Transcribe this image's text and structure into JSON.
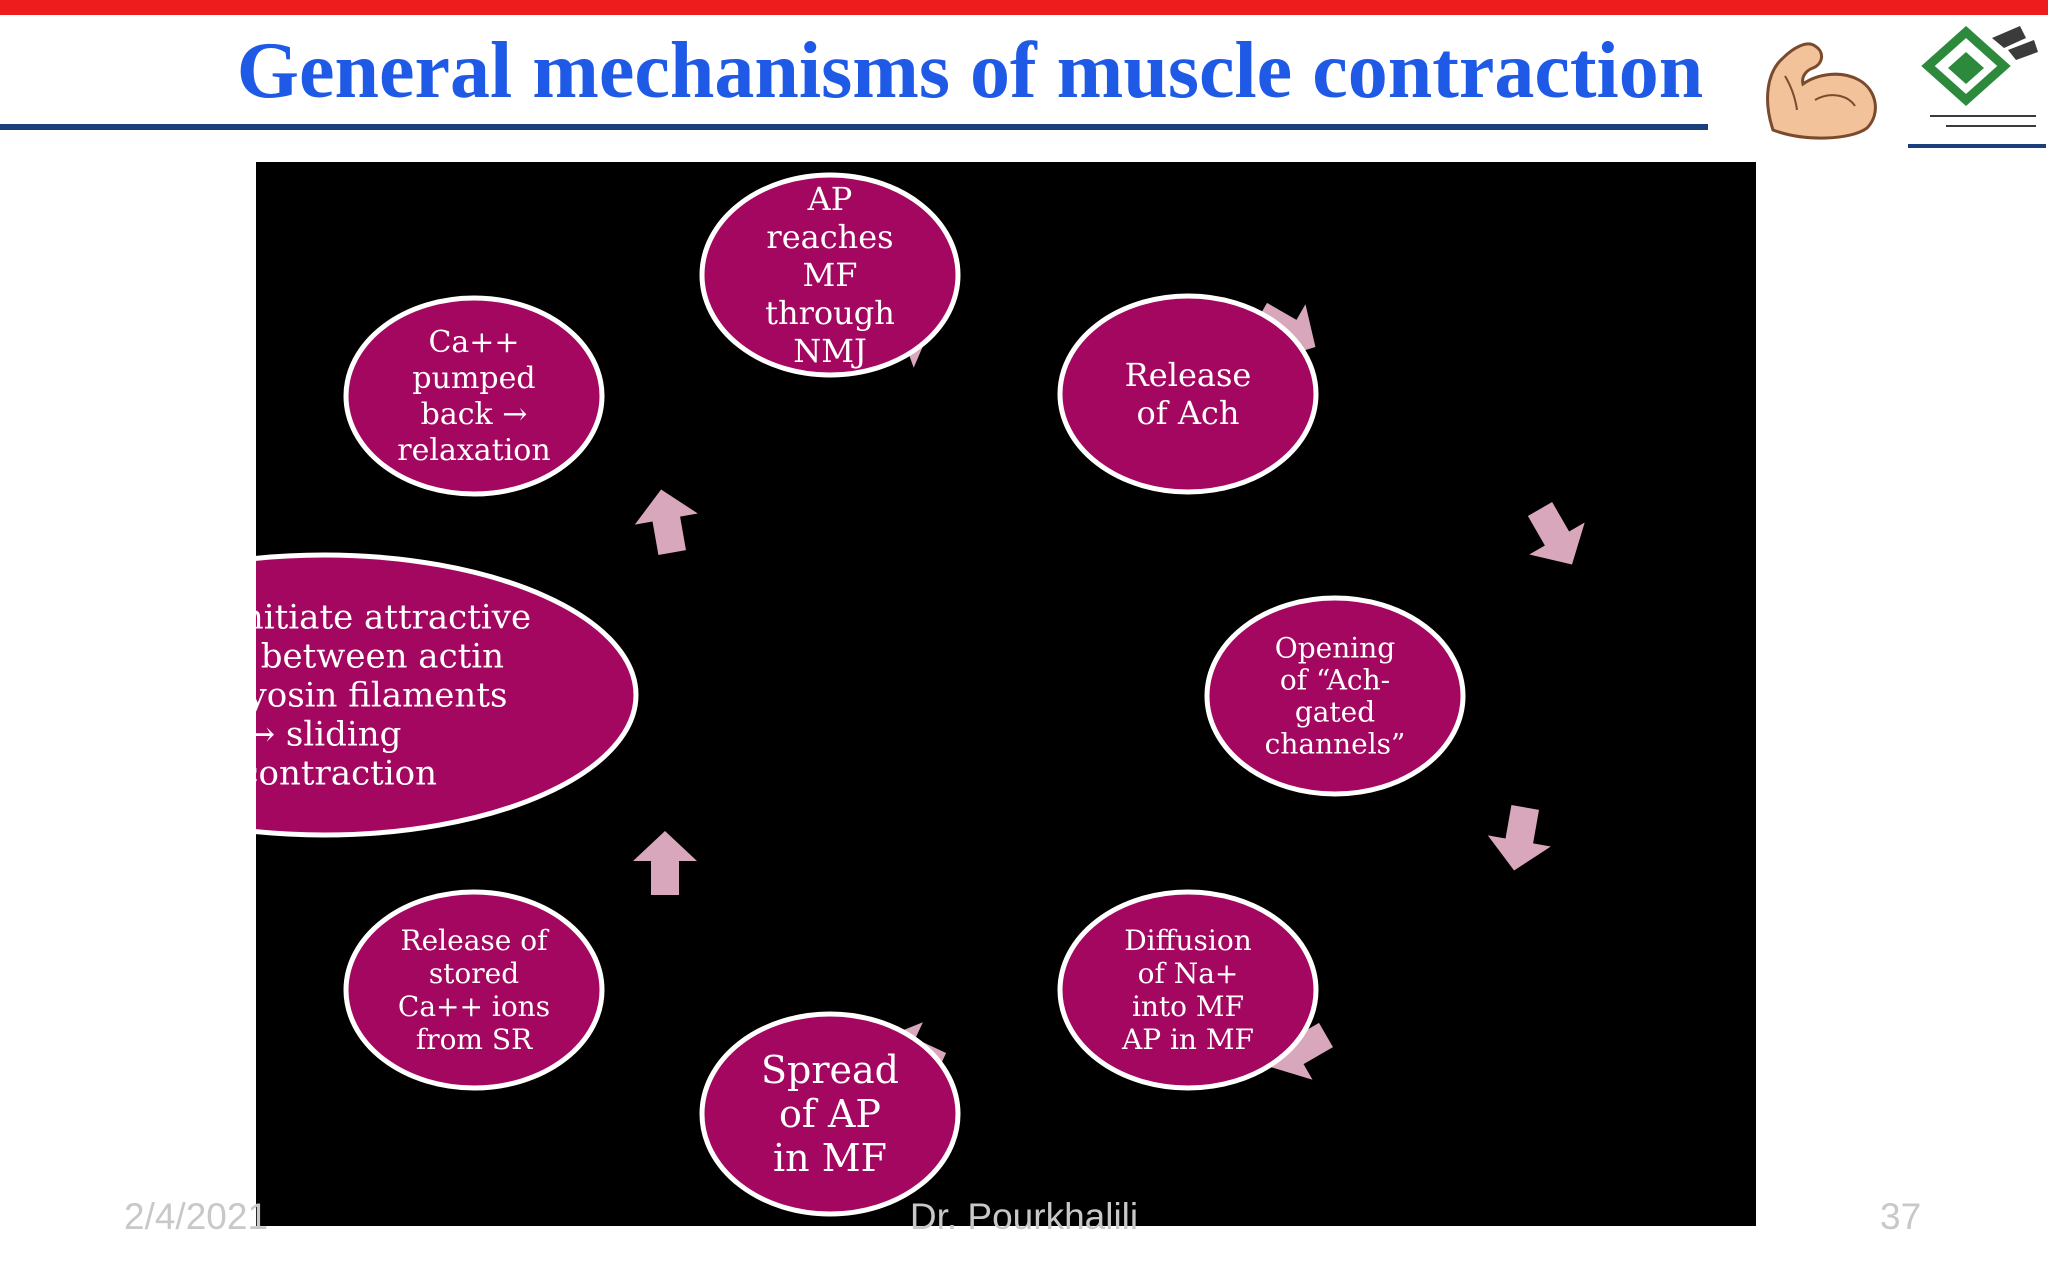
{
  "slide": {
    "title": "General mechanisms of muscle contraction",
    "footer_date": "2/4/2021",
    "footer_author": "Dr. Pourkhalili",
    "page_number": "37"
  },
  "colors": {
    "title": "#1f5ae6",
    "top_bar": "#ee1c1c",
    "title_rule": "#1b3f7a",
    "node_fill": "#a3075f",
    "node_border": "#ffffff",
    "arrow": "#d9a7bb",
    "diagram_background": "#000000"
  },
  "cycle": {
    "nodes": [
      {
        "id": "ap-reaches",
        "lines": [
          "AP",
          "reaches",
          "MF",
          "through",
          "NMJ"
        ]
      },
      {
        "id": "release-ach",
        "lines": [
          "Release",
          "of Ach"
        ]
      },
      {
        "id": "opening-channels",
        "lines": [
          "Opening",
          "of “Ach-",
          "gated",
          "channels”"
        ]
      },
      {
        "id": "diffusion-na",
        "lines": [
          "Diffusion",
          "of Na+",
          "into MF",
          "AP in MF"
        ]
      },
      {
        "id": "spread-ap",
        "lines": [
          "Spread",
          "of AP",
          "in MF"
        ]
      },
      {
        "id": "release-ca",
        "lines": [
          "Release of",
          "stored",
          "Ca++ ions",
          "from SR"
        ]
      },
      {
        "id": "ca-initiate",
        "lines": [
          "Ca++ initiate attractive",
          "forces between actin",
          "and myosin filaments",
          "→ sliding",
          "→contraction"
        ]
      },
      {
        "id": "ca-pumped",
        "lines": [
          "Ca++",
          "pumped",
          "back →",
          "relaxation"
        ]
      }
    ]
  }
}
